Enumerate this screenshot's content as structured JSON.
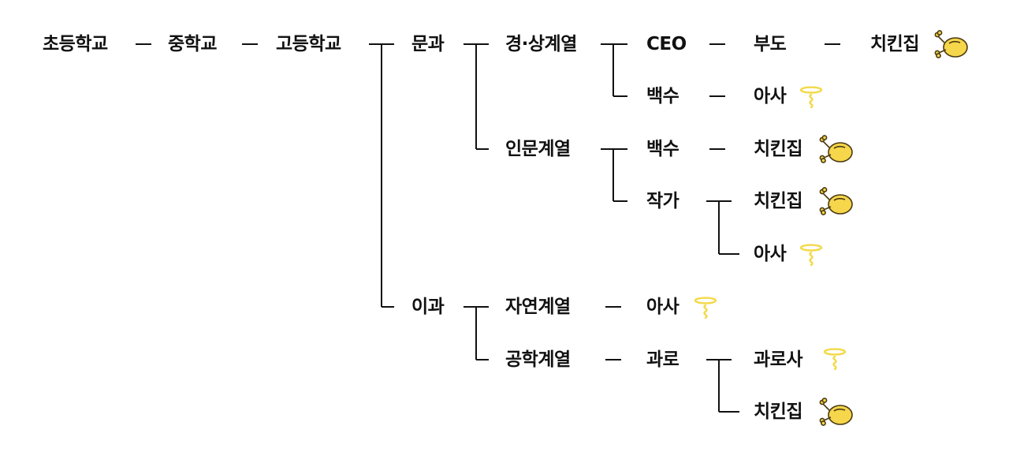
{
  "colors": {
    "text": "#111111",
    "line": "#111111",
    "chicken_fill": "#f6d64a",
    "chicken_stroke": "#4a3a12",
    "halo": "#f3d949"
  },
  "nodes": {
    "elementary": "초등학교",
    "middle": "중학교",
    "high": "고등학교",
    "liberal_arts": "문과",
    "business": "경·상계열",
    "ceo": "CEO",
    "rich": "부도",
    "chicken_1": "치킨집",
    "jobless_1": "백수",
    "death_1": "아사",
    "humanities": "인문계열",
    "jobless_2": "백수",
    "chicken_2": "치킨집",
    "writer": "작가",
    "chicken_3": "치킨집",
    "death_2": "아사",
    "science": "이과",
    "natural_sci": "자연계열",
    "death_3": "아사",
    "engineering": "공학계열",
    "overwork": "과로",
    "overwork_death": "과로사",
    "chicken_4": "치킨집"
  },
  "icons": {
    "chicken": "roast-chicken-icon",
    "halo": "angel-halo-icon"
  }
}
